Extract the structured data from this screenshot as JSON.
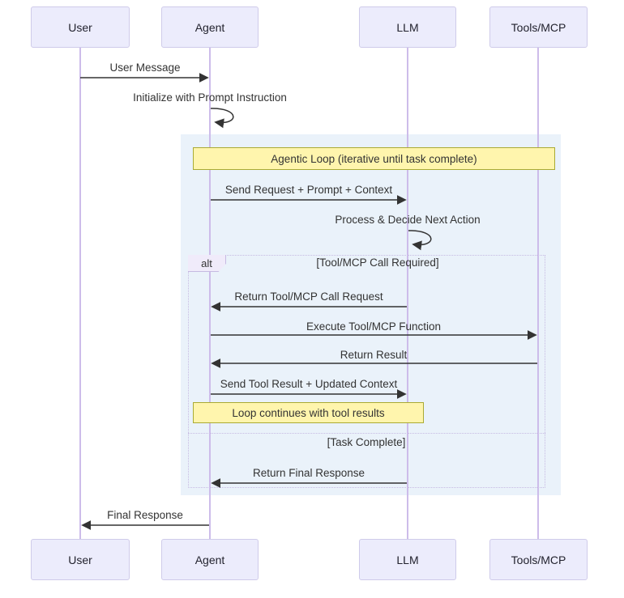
{
  "diagram": {
    "type": "sequence",
    "actors": [
      {
        "id": "user",
        "name": "User"
      },
      {
        "id": "agent",
        "name": "Agent"
      },
      {
        "id": "llm",
        "name": "LLM"
      },
      {
        "id": "tools",
        "name": "Tools/MCP"
      }
    ],
    "messages": [
      {
        "label": "User Message",
        "from": "User",
        "to": "Agent",
        "self": false
      },
      {
        "label": "Initialize with Prompt Instruction",
        "from": "Agent",
        "to": "Agent",
        "self": true
      },
      {
        "label": "Send Request + Prompt + Context",
        "from": "Agent",
        "to": "LLM",
        "self": false
      },
      {
        "label": "Process & Decide Next Action",
        "from": "LLM",
        "to": "LLM",
        "self": true
      },
      {
        "label": "Return Tool/MCP Call Request",
        "from": "LLM",
        "to": "Agent",
        "self": false
      },
      {
        "label": "Execute Tool/MCP Function",
        "from": "Agent",
        "to": "Tools/MCP",
        "self": false
      },
      {
        "label": "Return Result",
        "from": "Tools/MCP",
        "to": "Agent",
        "self": false
      },
      {
        "label": "Send Tool Result + Updated Context",
        "from": "Agent",
        "to": "LLM",
        "self": false
      },
      {
        "label": "Return Final Response",
        "from": "LLM",
        "to": "Agent",
        "self": false
      },
      {
        "label": "Final Response",
        "from": "Agent",
        "to": "User",
        "self": false
      }
    ],
    "notes": [
      {
        "text": "Agentic Loop (iterative until task complete)"
      },
      {
        "text": "Loop continues with tool results"
      }
    ],
    "alt_frame": {
      "label": "alt",
      "guards": [
        "[Tool/MCP Call Required]",
        "[Task Complete]"
      ]
    },
    "colors": {
      "actor_fill": "#ECECFC",
      "actor_border": "#CFCBEA",
      "lifeline": "#CDBCEA",
      "arrow": "#333333",
      "highlight_bg": "#EAF2FA",
      "note_fill": "#FFF5AD",
      "note_border": "#AAAA33",
      "frame_border": "#C6BAE2"
    }
  }
}
